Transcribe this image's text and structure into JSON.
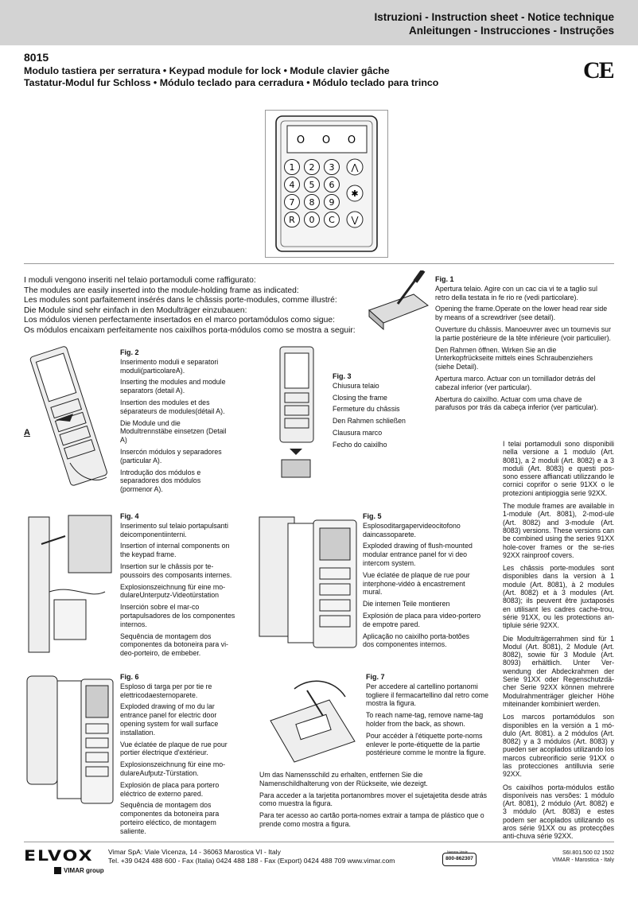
{
  "header": {
    "line1": "Istruzioni - Instruction sheet - Notice technique",
    "line2": "Anleitungen - Instrucciones - Instruções"
  },
  "product": {
    "code": "8015",
    "title_line1": "Modulo tastiera per serratura • Keypad module for lock • Module clavier gâche",
    "title_line2": "Tastatur-Modul fur Schloss • Módulo teclado para cerradura • Módulo teclado para trinco",
    "ce_mark": "CE"
  },
  "keypad": {
    "keys": [
      "1",
      "2",
      "3",
      "4",
      "5",
      "6",
      "7",
      "8",
      "9",
      "R",
      "0",
      "C"
    ],
    "star": "✱",
    "up": "⋀",
    "down": "⋁",
    "leds": [
      "O",
      "O",
      "O"
    ]
  },
  "intro": [
    "I moduli vengono inseriti nel telaio portamoduli come raffigurato:",
    "The modules are easily inserted into the module-holding frame as indicated:",
    "Les modules sont parfaitement insérés dans le châssis porte-modules, comme illustré:",
    "Die Module sind sehr einfach in den Modulträger einzubauen:",
    "Los módulos vienen perfectamente insertados en el marco portamódulos como sigue:",
    "Os módulos encaixam perfeitamente nos caixilhos porta-módulos como se mostra a seguir:"
  ],
  "fig1": {
    "title": "Fig. 1",
    "texts": [
      "Apertura telaio. Agire con un cac cia vi te a taglio sul retro della testata in fe rio re (vedi particolare).",
      "Opening the frame.Operate on the lower head rear side by means of a screwdriver (see detail).",
      "Ouverture du châssis. Manoeuvrer avec un tournevis sur la partie postérieure de la tête inférieure (voir particulier).",
      "Den Rahmen öffnen. Wirken Sie an die Unterkopfrückseite mittels eines Schraubenziehers (siehe Detail).",
      "Apertura marco. Actuar con un tornillador detrás del cabezal inferior (ver particular).",
      "Abertura do caixilho. Actuar com uma chave de parafusos por trás da cabeça inferior (ver particular)."
    ]
  },
  "fig2": {
    "title": "Fig. 2",
    "callout": "A",
    "texts": [
      "Inserimento moduli e separatori moduli(particolareA).",
      "Inserting the modules and module separators (detail A).",
      "Insertion des modules et des séparateurs de modules(détail A).",
      "Die Module und die Modultrennstäbe einsetzen (Detail A)",
      "Insercón módulos y separadores (particular A).",
      "Introdução dos módulos e separadores dos módulos (pormenor A)."
    ]
  },
  "fig3": {
    "title": "Fig. 3",
    "texts": [
      "Chiusura telaio",
      "Closing the frame",
      "Fermeture du châssis",
      "Den Rahmen schließen",
      "Clausura marco",
      "Fecho do caixilho"
    ]
  },
  "fig4": {
    "title": "Fig. 4",
    "texts": [
      "Inserimento sul telaio portapulsanti deicomponentiinterni.",
      "Insertion of internal components on the keypad frame.",
      "Insertion sur le châssis por te-poussoirs des composants internes.",
      "Explosionszeichnung für eine mo-dulareUnterputz-Videotürstation",
      "Inserción sobre el mar-co portapulsadores de los componentes internos.",
      "Sequência de montagem dos componentes da botoneira para vi-deo-porteiro, de embeber."
    ]
  },
  "fig5": {
    "title": "Fig. 5",
    "texts": [
      "Esplosoditargapervideocitofono daincassoparete.",
      "Exploded drawing of flush-mounted modular entrance panel for vi deo intercom system.",
      "Vue éclatée de plaque de rue pour interphone-vidéo à encastrement mural.",
      "Die internen Teile montieren",
      "Explosión de placa para video-portero de empotre pared.",
      "Aplicação no caixilho porta-botões dos componentes internos."
    ]
  },
  "fig6": {
    "title": "Fig. 6",
    "texts": [
      "Esploso di targa per por tie re elettricodaesternoparete.",
      "Exploded drawing of mo du lar entrance panel for electric door opening system for wall surface installation.",
      "Vue éclatée de plaque de rue pour portier électrique d'extérieur.",
      "Explosionszeichnung für eine mo-dulareAufputz-Türstation.",
      "Explosión de placa para portero eléctrico de externo pared.",
      "Sequência de montagem dos componentes da botoneira para porteiro eléctico, de montagem saliente."
    ]
  },
  "fig7": {
    "title": "Fig. 7",
    "texts": [
      "Per accedere al cartellino portanomi togliere il fermacartellino dal retro come mostra la figura.",
      "To reach name-tag, remove name-tag holder from the back, as shown.",
      "Pour accéder à l'étiquette porte-noms enlever le porte-étiquette de la partie postérieure comme le montre la figure."
    ],
    "wide_texts": [
      "Um das Namensschild zu erhalten, entfernen Sie die Namenschildhalterung von der Rückseite, wie dezeigt.",
      "Para acceder a la tarjetita portanombres mover el sujetajetita desde atrás como muestra la figura.",
      "Para ter acesso ao cartão porta-nomes extrair a tampa de plástico que o prende como mostra a figura."
    ]
  },
  "body": [
    "I telai portamoduli sono disponibili nella versione a 1 modulo (Art. 8081), a 2 moduli (Art. 8082) e a 3 moduli (Art. 8083) e questi pos-sono essere affiancati utilizzando le cornici coprifor o serie 91XX o le protezioni antipioggia serie 92XX.",
    "The module frames are available in 1-module (Art. 8081), 2-mod-ule (Art. 8082) and 3-module (Art. 8083) versions. These versions can be combined using the series 91XX hole-cover frames or the se-ries 92XX rainproof covers.",
    "Les châssis porte-modules sont disponibles dans la version à 1 module (Art. 8081), à 2 modules (Art. 8082) et à 3 modules (Art. 8083); ils peuvent être juxtaposés en utilisant les cadres cache-trou, série 91XX, ou les protections an-tipluie série 92XX.",
    "Die Modulträgerrahmen sind für 1 Modul (Art. 8081), 2 Module (Art. 8082), sowie für 3 Module (Art. 8093) erhältlich. Unter Ver-wendung der Abdeckrahmen der Serie 91XX oder Regenschutzdä-cher Serie 92XX können mehrere Modulrahmenträger gleicher Höhe miteinander kombiniert werden.",
    "Los marcos portamódulos son disponibles en la versión a 1 mó-dulo (Art. 8081). a 2 módulos (Art. 8082) y a 3 módulos (Art. 8083) y pueden ser acoplados utilizando los marcos cubreorificio serie 91XX o las protecciones antilluvia serie 92XX.",
    "Os caixilhos porta-módulos estão disponíveis nas versões: 1 módulo (Art. 8081), 2 módulo (Art. 8082) e 3 módulo (Art. 8083) e estes podem ser acoplados utilizando os aros série 91XX ou as protecções anti-chuva série 92XX."
  ],
  "footer": {
    "brand": "ELVOX",
    "group": "VIMAR group",
    "address": "Vimar SpA: Viale Vicenza, 14 - 36063 Marostica VI - Italy",
    "contacts": "Tel. +39 0424 488 600 - Fax (Italia) 0424 488 188 - Fax (Export) 0424 488 709  www.vimar.com",
    "badge": "800-862307",
    "badge_top": "Numero Verde",
    "doc_code": "S6I.801.500  02  1502",
    "doc_place": "VIMAR - Marostica - Italy"
  },
  "colors": {
    "header_band": "#d3d3d3",
    "divider": "#999999"
  }
}
